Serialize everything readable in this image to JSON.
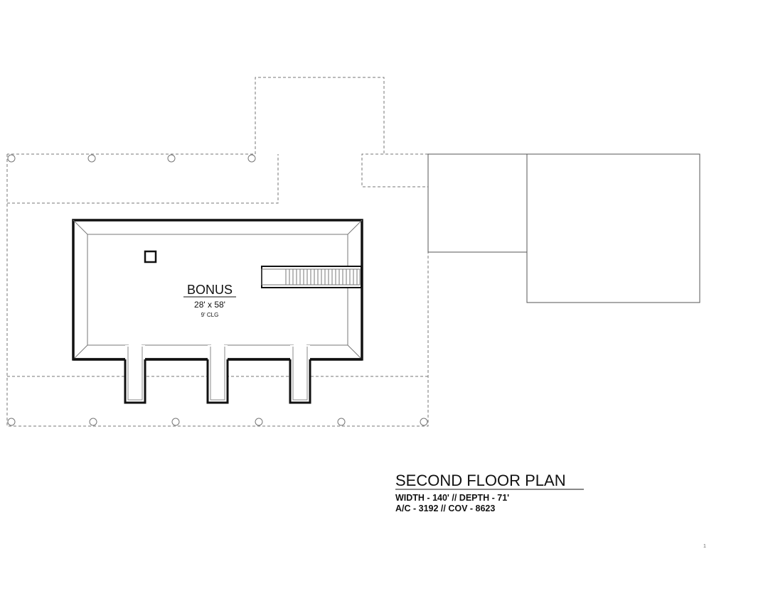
{
  "room": {
    "name": "BONUS",
    "dimensions": "28' x 58'",
    "ceiling": "9' CLG"
  },
  "title_block": {
    "title": "SECOND FLOOR PLAN",
    "line1": "WIDTH - 140' // DEPTH - 71'",
    "line2": "A/C - 3192 // COV - 8623"
  },
  "corner_mark": "1"
}
